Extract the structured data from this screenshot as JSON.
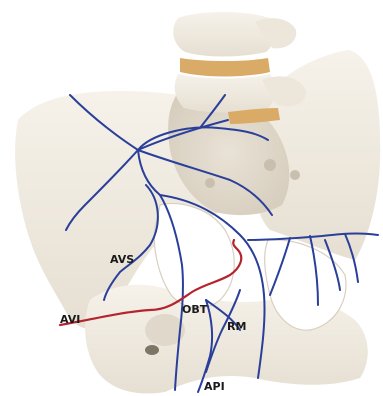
{
  "image": {
    "subject": "pelvis-model-with-vessel-overlay",
    "colors": {
      "background": "#ffffff",
      "bone": "#efe9df",
      "bone_shadow": "#d9d1c3",
      "disc": "#d9ab67",
      "blue_vessel": "#2a3f9a",
      "red_vessel": "#b3242e",
      "label_text": "#1a1a1a"
    }
  },
  "labels": {
    "avs": "AVS",
    "avi": "AVI",
    "obt": "OBT",
    "rm": "RM",
    "api": "API"
  }
}
